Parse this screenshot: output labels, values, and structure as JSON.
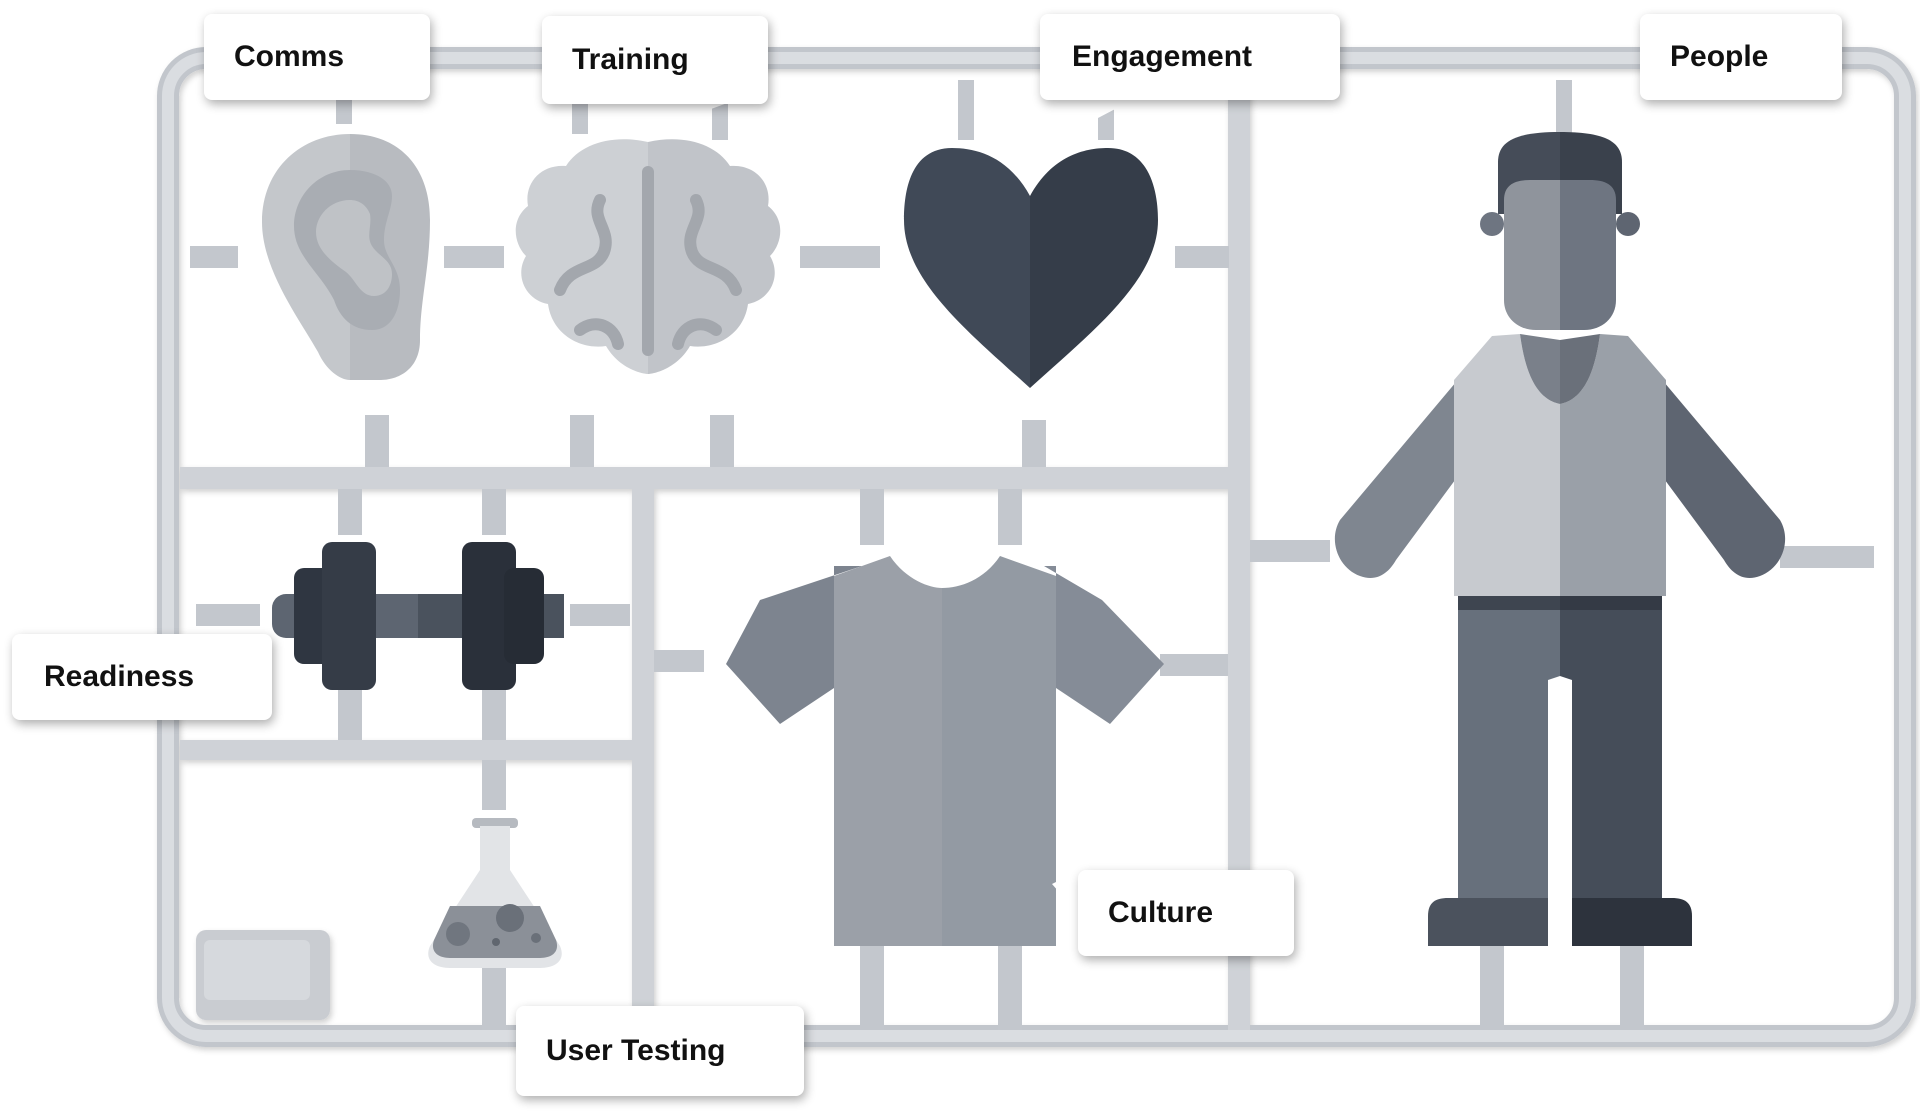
{
  "labels": {
    "comms": "Comms",
    "training": "Training",
    "engagement": "Engagement",
    "people": "People",
    "readiness": "Readiness",
    "culture": "Culture",
    "user_testing": "User Testing"
  },
  "icons": {
    "comms": "ear-icon",
    "training": "brain-icon",
    "engagement": "heart-icon",
    "people": "person-icon",
    "readiness": "dumbbell-icon",
    "culture": "tshirt-icon",
    "user_testing": "flask-icon"
  },
  "colors": {
    "sprue": "#d0d3d8",
    "sprue_shadow": "#b4b8bf",
    "dark": "#2c323c",
    "mid": "#67707d",
    "light": "#9aa0a8",
    "pale": "#c6c9ce"
  }
}
